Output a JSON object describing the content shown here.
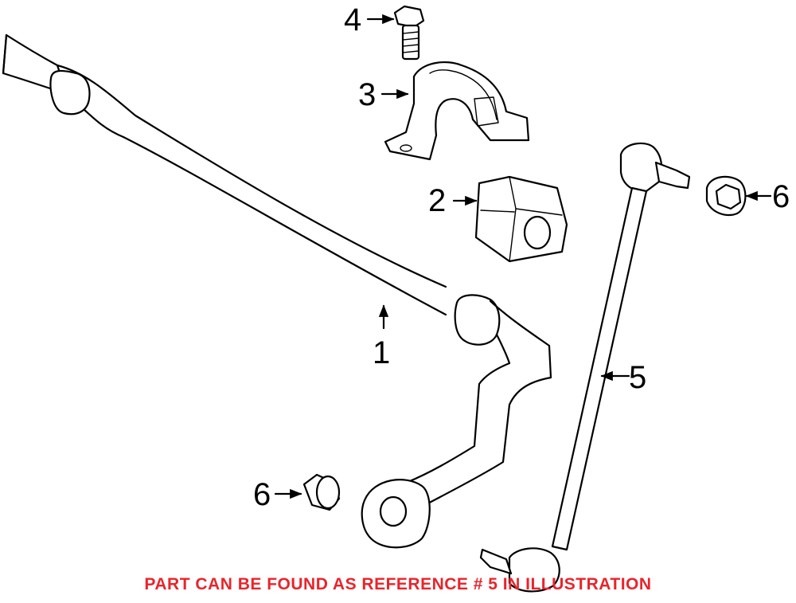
{
  "callouts": {
    "c1": "1",
    "c2": "2",
    "c3": "3",
    "c4": "4",
    "c5": "5",
    "c6a": "6",
    "c6b": "6"
  },
  "footer": {
    "note": "PART CAN BE FOUND AS REFERENCE # 5 IN ILLUSTRATION"
  },
  "colors": {
    "note": "#e8252b",
    "ink": "#000000",
    "background": "#ffffff"
  }
}
